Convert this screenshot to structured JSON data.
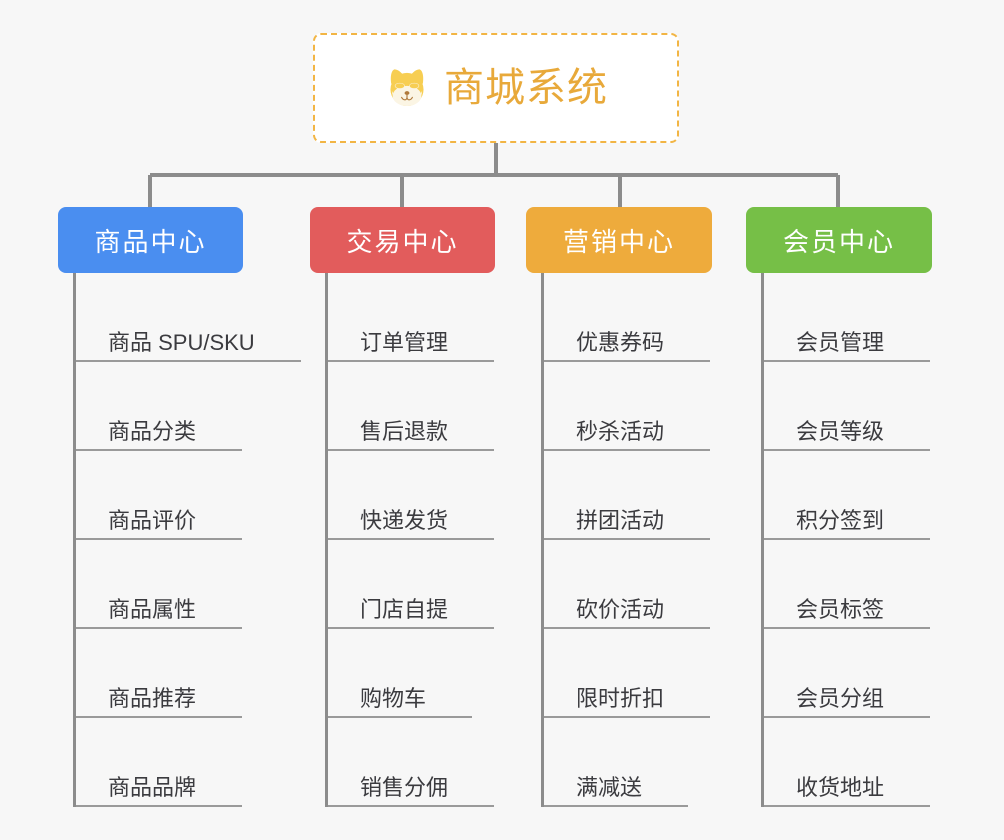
{
  "page": {
    "background_color": "#f7f7f7",
    "type": "mindmap"
  },
  "root": {
    "title": "商城系统",
    "icon": "shiba-dog-face-icon",
    "border_color": "#f2b544",
    "text_color": "#e8a93a",
    "background_color": "#ffffff"
  },
  "connector": {
    "color": "#8c8c8c"
  },
  "branches": [
    {
      "label": "商品中心",
      "color": "#4a8ef0",
      "items": [
        "商品 SPU/SKU",
        "商品分类",
        "商品评价",
        "商品属性",
        "商品推荐",
        "商品品牌"
      ]
    },
    {
      "label": "交易中心",
      "color": "#e25c5c",
      "items": [
        "订单管理",
        "售后退款",
        "快递发货",
        "门店自提",
        "购物车",
        "销售分佣"
      ]
    },
    {
      "label": "营销中心",
      "color": "#eeab3c",
      "items": [
        "优惠券码",
        "秒杀活动",
        "拼团活动",
        "砍价活动",
        "限时折扣",
        "满减送"
      ]
    },
    {
      "label": "会员中心",
      "color": "#76bf47",
      "items": [
        "会员管理",
        "会员等级",
        "积分签到",
        "会员标签",
        "会员分组",
        "收货地址"
      ]
    }
  ]
}
